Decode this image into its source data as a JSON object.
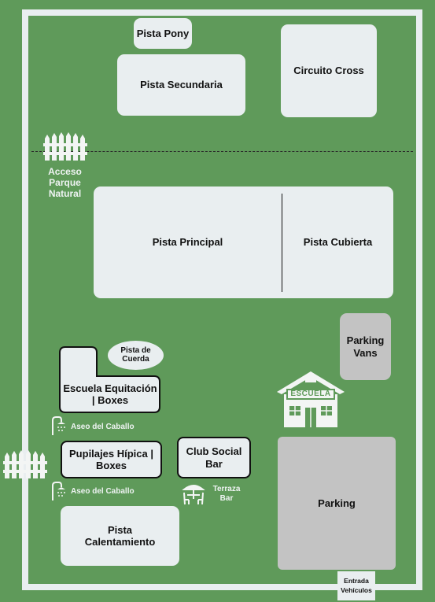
{
  "zones": {
    "pista_pony": "Pista Pony",
    "pista_secundaria": "Pista Secundaria",
    "circuito_cross": "Circuito Cross",
    "pista_principal": "Pista Principal",
    "pista_cubierta": "Pista Cubierta",
    "parking_vans": "Parking Vans",
    "pista_cuerda": "Pista de Cuerda",
    "escuela": "Escuela Equitación | Boxes",
    "pupilajes": "Pupilajes Hípica | Boxes",
    "club_social": "Club Social Bar",
    "parking": "Parking",
    "pista_calentamiento": "Pista Calentamiento"
  },
  "labels": {
    "acceso_parque": "Acceso Parque Natural",
    "aseo_1": "Aseo del Caballo",
    "aseo_2": "Aseo del Caballo",
    "terraza": "Terraza Bar",
    "escuela_sign": "ESCUELA",
    "entrada": "Entrada Vehículos"
  },
  "colors": {
    "grass": "#5f9a5a",
    "zone": "#e9eef0",
    "parking": "#c3c3c3",
    "outline": "#111111"
  },
  "icons": [
    "fence-icon",
    "shower-icon",
    "table-umbrella-icon",
    "school-building-icon"
  ]
}
